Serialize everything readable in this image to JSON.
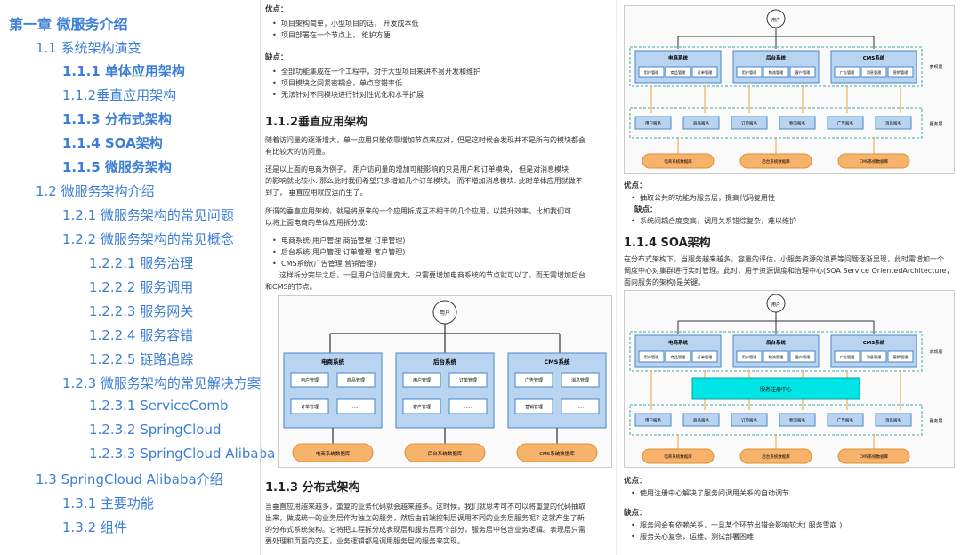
{
  "toc": {
    "chapter": "第一章 微服务介绍",
    "items": [
      {
        "label": "1.1 系统架构演变"
      },
      {
        "label": "1.1.1 单体应用架构"
      },
      {
        "label": "1.1.2垂直应用架构"
      },
      {
        "label": "1.1.3 分布式架构"
      },
      {
        "label": "1.1.4 SOA架构"
      },
      {
        "label": "1.1.5 微服务架构"
      },
      {
        "label": "1.2 微服务架构介绍"
      },
      {
        "label": "1.2.1 微服务架构的常见问题"
      },
      {
        "label": "1.2.2 微服务架构的常见概念"
      },
      {
        "label": "1.2.2.1 服务治理"
      },
      {
        "label": "1.2.2.2 服务调用"
      },
      {
        "label": "1.2.2.3 服务网关"
      },
      {
        "label": "1.2.2.4 服务容错"
      },
      {
        "label": "1.2.2.5 链路追踪"
      },
      {
        "label": "1.2.3 微服务架构的常见解决方案"
      },
      {
        "label": "1.2.3.1 ServiceComb"
      },
      {
        "label": "1.2.3.2 SpringCloud"
      },
      {
        "label": "1.2.3.3 SpringCloud Alibaba"
      },
      {
        "label": "1.3 SpringCloud Alibaba介绍"
      },
      {
        "label": "1.3.1 主要功能"
      },
      {
        "label": "1.3.2 组件"
      }
    ]
  },
  "mid": {
    "pros_title": "优点：",
    "pros": [
      "项目架构简单，小型项目的话， 开发成本低",
      "项目部署在一个节点上， 维护方便"
    ],
    "cons_title": "缺点：",
    "cons": [
      "全部功能集成在一个工程中，对于大型项目来讲不易开发和维护",
      "项目模块之间紧密耦合，单点容错率低",
      "无法针对不同模块进行针对性优化和水平扩展"
    ],
    "h_vertical": "1.1.2垂直应用架构",
    "p1a": "随着访问量的逐渐增大，单一应用只能依靠增加节点来应对，但是这时候会发现并不是所有的模块都会",
    "p1b": "有比较大的访问量。",
    "p2a": "还是以上面的电商为例子， 用户访问量的增加可能影响的只是用户和订单模块， 但是对消息模块",
    "p2b": "的影响就比较小. 那么此时我们希望只多增加几个订单模块， 而不增加消息模块. 此时单体应用就做不",
    "p2c": "到了， 垂直应用就应运而生了。",
    "p3a": "所谓的垂直应用架构，就是将原来的一个应用拆成互不相干的几个应用，以提升效率。比如我们可",
    "p3b": "以将上面电商的单体应用拆分成:",
    "split": [
      "电商系统(用户管理 商品管理 订单管理)",
      "后台系统(用户管理 订单管理 客户管理)",
      "CMS系统(广告管理 营销管理)"
    ],
    "p4a": "这样拆分完毕之后，一旦用户访问量变大，只需要增加电商系统的节点就可以了，而无需增加后台",
    "p4b": "和CMS的节点。",
    "h_distributed": "1.1.3 分布式架构",
    "p5a": "当垂直应用越来越多，重复的业务代码就会越来越多。这时候，我们就思考可不可以将重复的代码抽取",
    "p5b": "出来，做成统一的业务层作为独立的服务，然后由前端控制层调用不同的业务层服务呢? 这就产生了新",
    "p5c": "的分布式系统架构。它将把工程拆分成表现层和服务层两个部分，服务层中包含业务逻辑。表现层只需",
    "p5d": "要处理和页面的交互，业务逻辑都是调用服务层的服务来实现。"
  },
  "diagram_mid": {
    "user": "用户",
    "systems": [
      {
        "name": "电商系统",
        "modules": [
          "用户管理",
          "商品管理",
          "订单管理",
          "....."
        ],
        "db": "电商系统数据库"
      },
      {
        "name": "后台系统",
        "modules": [
          "用户管理",
          "订单管理",
          "客户管理",
          "....."
        ],
        "db": "后台系统数据库"
      },
      {
        "name": "CMS系统",
        "modules": [
          "广告管理",
          "消息管理",
          "营销管理",
          "....."
        ],
        "db": "CMS系统数据库"
      }
    ]
  },
  "right": {
    "pros_title": "优点：",
    "pros": [
      "抽取公共的功能为服务层，提高代码复用性"
    ],
    "cons_title": "缺点：",
    "cons": [
      "系统间耦合度变高，调用关系错综复杂，难以维护"
    ],
    "h_soa": "1.1.4 SOA架构",
    "p1a": "在分布式架构下，当服务越来越多，容量的评估，小服务资源的浪费等问题逐渐显现，此时需增加一个",
    "p1b": "调度中心对集群进行实时管理。此时，用于资源调度和治理中心(SOA Service OrientedArchitecture，",
    "p1c": "面向服务的架构)是关键。",
    "pros2_title": "优点：",
    "pros2": [
      "使用注册中心解决了服务间调用关系的自动调节"
    ],
    "cons2_title": "缺点：",
    "cons2": [
      "服务间会有依赖关系，一旦某个环节出错会影响较大( 服务雪崩 )",
      "服务关心复杂，运维、测试部署困难"
    ]
  },
  "diagram_r1": {
    "user": "用户",
    "systems": [
      {
        "name": "电商系统",
        "modules": [
          "用户管理",
          "商品管理",
          "订单管理"
        ]
      },
      {
        "name": "后台系统",
        "modules": [
          "用户管理",
          "物流管理",
          "客户管理"
        ]
      },
      {
        "name": "CMS系统",
        "modules": [
          "广告管理",
          "消息管理",
          "营销管理"
        ]
      }
    ],
    "tier1": "表现层",
    "services": [
      "用户服务",
      "商品服务",
      "订单服务",
      "物流服务",
      "广告服务",
      "消息服务"
    ],
    "tier2": "服务层",
    "dbs": [
      "电商系统数据库",
      "后台系统数据库",
      "CMS系统数据库"
    ]
  },
  "diagram_r2": {
    "user": "用户",
    "systems": [
      {
        "name": "电商系统",
        "modules": [
          "用户管理",
          "商品管理",
          "订单管理"
        ]
      },
      {
        "name": "后台系统",
        "modules": [
          "用户管理",
          "物流管理",
          "客户管理"
        ]
      },
      {
        "name": "CMS系统",
        "modules": [
          "广告管理",
          "消息管理",
          "营销管理"
        ]
      }
    ],
    "tier1": "表现层",
    "center": "服务注册中心",
    "services": [
      "用户服务",
      "商品服务",
      "订单服务",
      "物流服务",
      "广告服务",
      "消息服务"
    ],
    "tier2": "服务层",
    "dbs": [
      "电商系统数据库",
      "后台系统数据库",
      "CMS系统数据库"
    ]
  },
  "colors": {
    "toc": "#3d7fd4",
    "box": "#b8d4f0",
    "box_border": "#4a86c5",
    "db": "#f7b26b",
    "center": "#00e5e5"
  }
}
